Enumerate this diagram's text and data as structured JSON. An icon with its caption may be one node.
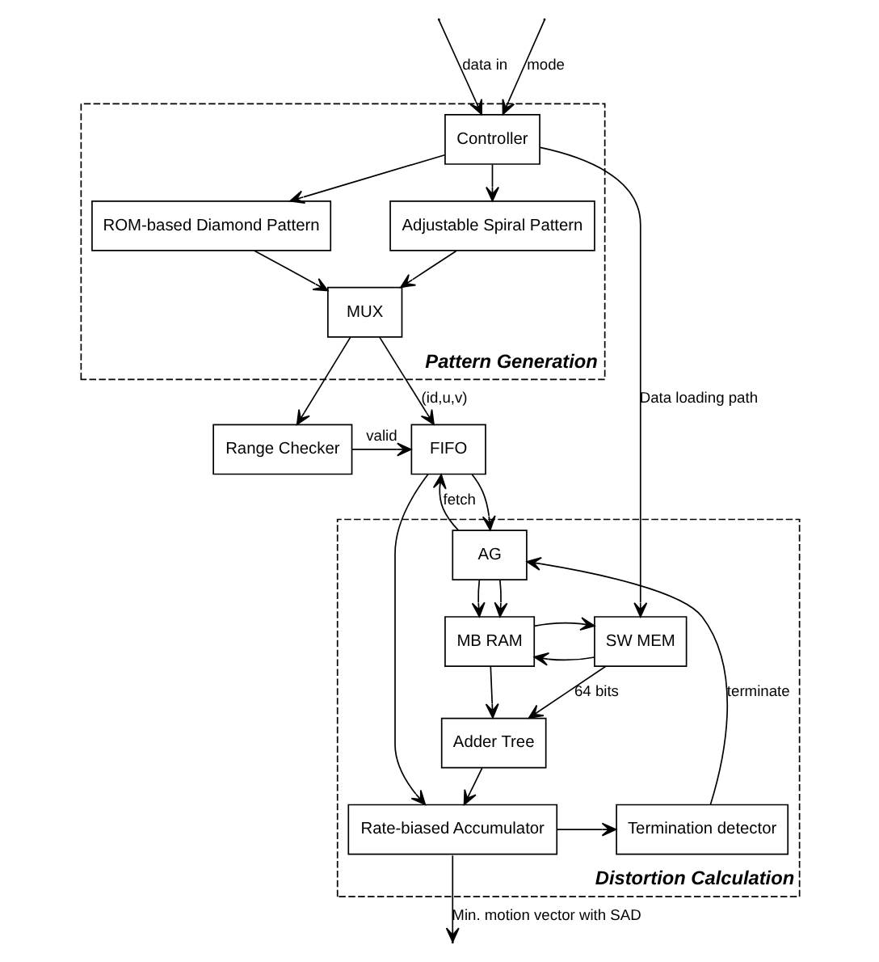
{
  "diagram": {
    "nodes": [
      {
        "text": [
          "Pattern Generation"
        ]
      },
      {
        "text": [
          "Controller"
        ],
        "in": 0
      },
      {
        "text": [
          "Adjustable Spiral Pattern"
        ],
        "in": 0
      },
      {
        "text": [
          "ROM-based Diamond Pattern"
        ],
        "in": 0
      },
      {
        "text": [
          "MUX"
        ],
        "in": 0
      },
      {
        "text": [
          "Range Checker"
        ]
      },
      {
        "text": [
          "FIFO"
        ]
      },
      {
        "text": [
          "Distortion Calculation"
        ]
      },
      {
        "text": [
          "AG"
        ],
        "in": 7
      },
      {
        "text": [
          "MB RAM"
        ],
        "in": 7
      },
      {
        "text": [
          "SW MEM"
        ],
        "in": 7
      },
      {
        "text": [
          "Adder Tree"
        ],
        "in": 7
      },
      {
        "text": [
          "Rate-biased Accumulator"
        ],
        "in": 7
      },
      {
        "text": [
          "Termination detector"
        ],
        "in": 7
      }
    ],
    "edges": [
      {
        "from": null,
        "to": 1,
        "arrow": "to",
        "label": "data in"
      },
      {
        "from": null,
        "to": 1,
        "arrow": "to",
        "label": "mode"
      },
      {
        "from": 1,
        "to": 10,
        "arrow": "to",
        "label": "Data loading path"
      },
      {
        "from": 1,
        "to": 2,
        "arrow": "to"
      },
      {
        "from": 1,
        "to": 3,
        "arrow": "to"
      },
      {
        "from": 2,
        "to": 4,
        "arrow": "to"
      },
      {
        "from": 3,
        "to": 4,
        "arrow": "to"
      },
      {
        "from": 4,
        "to": 5,
        "arrow": "to"
      },
      {
        "from": 4,
        "to": 6,
        "arrow": "to",
        "label": "(id,u,v)"
      },
      {
        "from": 5,
        "to": 6,
        "arrow": "to",
        "label": "valid"
      },
      {
        "from": 6,
        "to": 8,
        "arrow": "to"
      },
      {
        "from": 8,
        "to": 6,
        "arrow": "to",
        "label": "fetch"
      },
      {
        "from": 6,
        "to": 12,
        "arrow": "to"
      },
      {
        "from": 13,
        "to": 8,
        "arrow": "to",
        "label": "terminate"
      },
      {
        "from": 8,
        "to": 9,
        "arrow": "to"
      },
      {
        "from": 8,
        "to": 9,
        "arrow": "to"
      },
      {
        "from": 10,
        "to": 9,
        "arrow": "to"
      },
      {
        "from": 9,
        "to": 10,
        "arrow": "to"
      },
      {
        "from": 9,
        "to": 11,
        "arrow": "to"
      },
      {
        "from": 10,
        "to": 11,
        "arrow": "to",
        "label": "64 bits"
      },
      {
        "from": 11,
        "to": 12,
        "arrow": "to"
      },
      {
        "from": 12,
        "to": 13,
        "arrow": "to"
      },
      {
        "from": 12,
        "to": null,
        "arrow": "to",
        "label": "Min. motion vector with SAD"
      }
    ]
  }
}
